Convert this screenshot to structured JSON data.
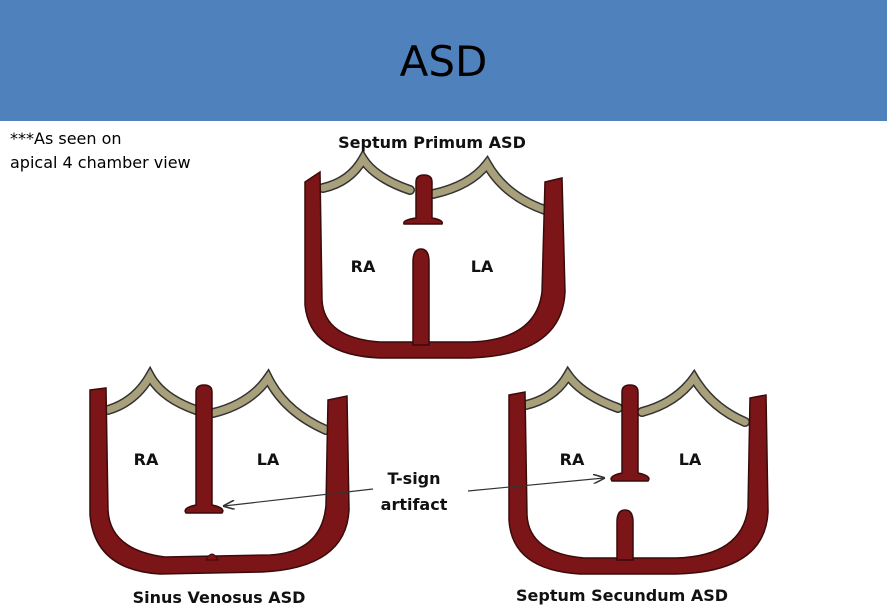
{
  "slide": {
    "title": "ASD",
    "note_line1": "***As seen on",
    "note_line2": "apical 4 chamber view",
    "colors": {
      "banner": "#4f81bd",
      "myocardium": "#7b1517",
      "valve_leaflet": "#a8a07a"
    }
  },
  "hearts": {
    "primum": {
      "title": "Septum Primum ASD",
      "ra": "RA",
      "la": "LA"
    },
    "venosus": {
      "title": "Sinus Venosus ASD",
      "ra": "RA",
      "la": "LA"
    },
    "secundum": {
      "title": "Septum Secundum ASD",
      "ra": "RA",
      "la": "LA"
    }
  },
  "annotation": {
    "line1": "T-sign",
    "line2": "artifact"
  }
}
